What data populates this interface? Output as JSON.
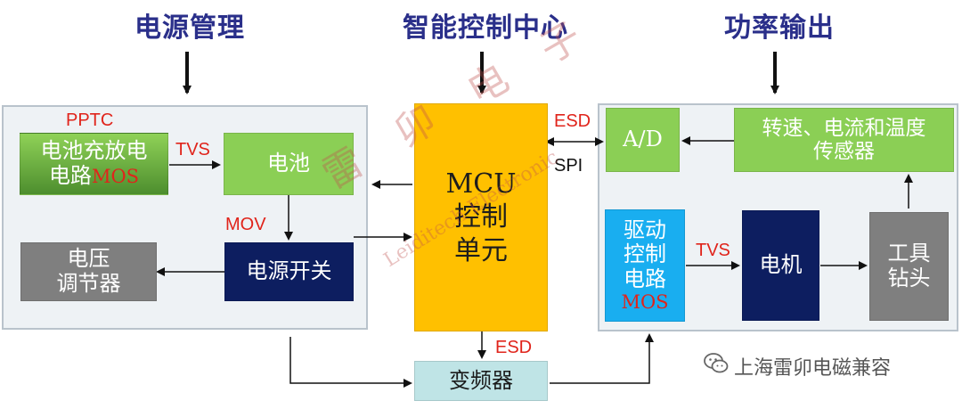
{
  "titles": {
    "power_management": "电源管理",
    "control_center": "智能控制中心",
    "power_output": "功率输出"
  },
  "left": {
    "pptc": "PPTC",
    "charge_circuit_line1": "电池充放电",
    "charge_circuit_line2": "电路",
    "charge_circuit_mos": "MOS",
    "tvs": "TVS",
    "battery": "电池",
    "mov": "MOV",
    "voltage_reg_line1": "电压",
    "voltage_reg_line2": "调节器",
    "power_switch": "电源开关"
  },
  "center": {
    "mcu_line1": "MCU",
    "mcu_line2": "控制",
    "mcu_line3": "单元",
    "esd_top": "ESD",
    "spi": "SPI",
    "esd_bottom": "ESD",
    "inverter": "变频器"
  },
  "right": {
    "ad": "A/D",
    "sensor_line1": "转速、电流和温度",
    "sensor_line2": "传感器",
    "drive_line1": "驱动",
    "drive_line2": "控制",
    "drive_line3": "电路",
    "drive_mos": "MOS",
    "tvs": "TVS",
    "motor": "电机",
    "tool_line1": "工具",
    "tool_line2": "钻头"
  },
  "watermark": {
    "brand_chars": "雷 卯 电 子",
    "brand_en": "Leiditech Electronic"
  },
  "footer": {
    "wechat_account": "上海雷卯电磁兼容"
  },
  "colors": {
    "title": "#2a2f8a",
    "mcu": "#ffc000",
    "green": "#8bcf55",
    "navy": "#0d1e60",
    "gray": "#7f7f7f",
    "sky": "#19aef0",
    "label_red": "#e0241b"
  }
}
